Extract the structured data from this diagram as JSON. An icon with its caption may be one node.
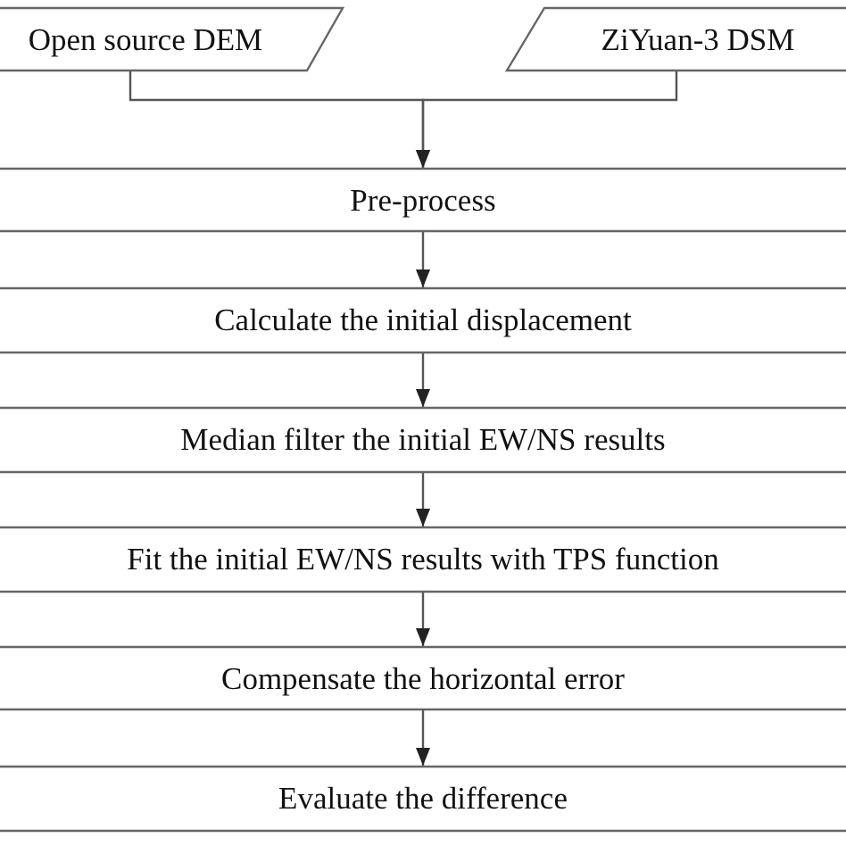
{
  "diagram": {
    "nodes": [
      {
        "text": [
          "Open source DEM"
        ]
      },
      {
        "text": [
          "ZiYuan-3 DSM"
        ]
      },
      {
        "text": [
          "Pre-process"
        ]
      },
      {
        "text": [
          "Calculate the initial displacement"
        ]
      },
      {
        "text": [
          "Median filter the initial EW/NS results"
        ]
      },
      {
        "text": [
          "Fit the initial EW/NS results with TPS function"
        ]
      },
      {
        "text": [
          "Compensate the horizontal error"
        ]
      },
      {
        "text": [
          "Evaluate the difference"
        ]
      }
    ],
    "edges": [
      {
        "from": 0,
        "to": 2,
        "arrow": "to"
      },
      {
        "from": 1,
        "to": 2,
        "arrow": "to"
      },
      {
        "from": 2,
        "to": 3,
        "arrow": "to"
      },
      {
        "from": 3,
        "to": 4,
        "arrow": "to"
      },
      {
        "from": 4,
        "to": 5,
        "arrow": "to"
      },
      {
        "from": 5,
        "to": 6,
        "arrow": "to"
      },
      {
        "from": 6,
        "to": 7,
        "arrow": "to"
      }
    ]
  }
}
